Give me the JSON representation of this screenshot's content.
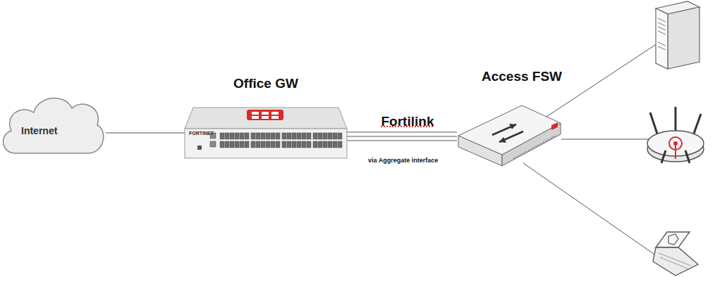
{
  "diagram": {
    "nodes": [
      {
        "text": [
          "Internet"
        ]
      },
      {
        "text": [
          "Office GW"
        ]
      },
      {
        "text": [
          "Access FSW"
        ]
      }
    ],
    "edges": [
      {
        "from": 0,
        "to": 1,
        "arrow": "none"
      },
      {
        "from": 1,
        "to": 2,
        "arrow": "none",
        "label": "Fortilink"
      }
    ],
    "labels": [
      "via Aggregate interface",
      "FORTINET"
    ]
  }
}
